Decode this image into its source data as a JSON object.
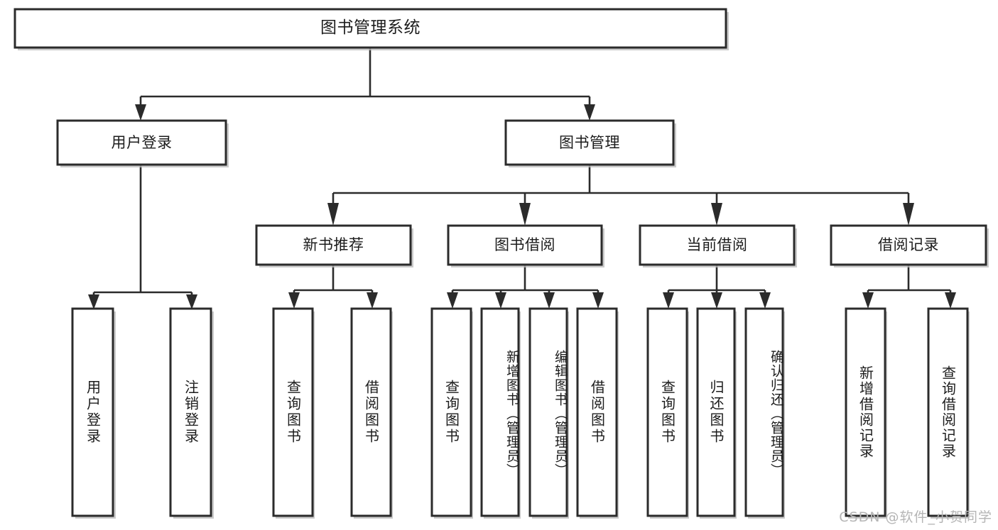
{
  "diagram": {
    "title": "图书管理系统",
    "type": "hierarchy-tree",
    "watermark": "CSDN @软件_小贺同学",
    "colors": {
      "box_border": "#2b2b2b",
      "box_fill": "#ffffff",
      "connector": "#2b2b2b",
      "text": "#1c1c1c",
      "watermark": "#b5b5b5",
      "shadow": "#b9b9b9"
    },
    "levels": {
      "root": "图书管理系统",
      "level2": [
        "用户登录",
        "图书管理"
      ],
      "level3": [
        "新书推荐",
        "图书借阅",
        "当前借阅",
        "借阅记录"
      ],
      "level4": [
        "用户登录",
        "注销登录",
        "查询图书",
        "借阅图书",
        "查询图书",
        "新增图书（管理员）",
        "编辑图书（管理员）",
        "借阅图书",
        "查询图书",
        "归还图书",
        "确认归还（管理员）",
        "新增借阅记录",
        "查询借阅记录"
      ]
    },
    "nodes": {
      "root": {
        "label": "图书管理系统"
      },
      "user_login": {
        "label": "用户登录"
      },
      "book_manage": {
        "label": "图书管理"
      },
      "new_book_rec": {
        "label": "新书推荐"
      },
      "book_borrow": {
        "label": "图书借阅"
      },
      "current_borrow": {
        "label": "当前借阅"
      },
      "borrow_record": {
        "label": "借阅记录"
      },
      "leaf_user_login": {
        "label": "用户登录"
      },
      "leaf_logout": {
        "label": "注销登录"
      },
      "leaf_query_book_a": {
        "label": "查询图书"
      },
      "leaf_borrow_book_a": {
        "label": "借阅图书"
      },
      "leaf_query_book_b": {
        "label": "查询图书"
      },
      "leaf_add_book": {
        "label": "新增图书（管理员）"
      },
      "leaf_edit_book": {
        "label": "编辑图书（管理员）"
      },
      "leaf_borrow_book_b": {
        "label": "借阅图书"
      },
      "leaf_query_book_c": {
        "label": "查询图书"
      },
      "leaf_return_book": {
        "label": "归还图书"
      },
      "leaf_confirm_return": {
        "label": "确认归还（管理员）"
      },
      "leaf_add_record": {
        "label": "新增借阅记录"
      },
      "leaf_query_record": {
        "label": "查询借阅记录"
      }
    },
    "edges": [
      {
        "from": "root",
        "to": "user_login"
      },
      {
        "from": "root",
        "to": "book_manage"
      },
      {
        "from": "user_login",
        "to": "leaf_user_login"
      },
      {
        "from": "user_login",
        "to": "leaf_logout"
      },
      {
        "from": "book_manage",
        "to": "new_book_rec"
      },
      {
        "from": "book_manage",
        "to": "book_borrow"
      },
      {
        "from": "book_manage",
        "to": "current_borrow"
      },
      {
        "from": "book_manage",
        "to": "borrow_record"
      },
      {
        "from": "new_book_rec",
        "to": "leaf_query_book_a"
      },
      {
        "from": "new_book_rec",
        "to": "leaf_borrow_book_a"
      },
      {
        "from": "book_borrow",
        "to": "leaf_query_book_b"
      },
      {
        "from": "book_borrow",
        "to": "leaf_add_book"
      },
      {
        "from": "book_borrow",
        "to": "leaf_edit_book"
      },
      {
        "from": "book_borrow",
        "to": "leaf_borrow_book_b"
      },
      {
        "from": "current_borrow",
        "to": "leaf_query_book_c"
      },
      {
        "from": "current_borrow",
        "to": "leaf_return_book"
      },
      {
        "from": "current_borrow",
        "to": "leaf_confirm_return"
      },
      {
        "from": "borrow_record",
        "to": "leaf_add_record"
      },
      {
        "from": "borrow_record",
        "to": "leaf_query_record"
      }
    ]
  }
}
